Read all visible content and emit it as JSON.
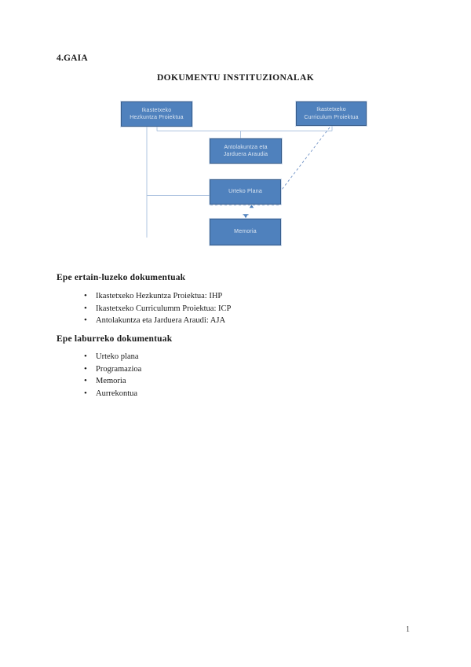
{
  "document": {
    "section_label": "4.GAIA",
    "title": "DOKUMENTU INSTITUZIONALAK",
    "page_number": "1"
  },
  "diagram": {
    "boxes": [
      {
        "name": "ikastetxeko-hezkuntza-proiektua",
        "lines": [
          "Ikastetxeko",
          "Hezkuntza Proiektua"
        ]
      },
      {
        "name": "ikastetxeko-curriculum-proiektua",
        "lines": [
          "Ikastetxeko",
          "Curriculum Proiektua"
        ]
      },
      {
        "name": "antolakuntza-eta-jarduera-araudia",
        "lines": [
          "Antolakuntza eta",
          "Jarduera Araudia"
        ]
      },
      {
        "name": "urteko-plana",
        "lines": [
          "Urteko Plana"
        ]
      },
      {
        "name": "memoria",
        "lines": [
          "Memoria"
        ]
      }
    ],
    "colors": {
      "box_fill": "#4F81BD",
      "box_border": "#385D8A",
      "box_text": "#DCE6F2",
      "connector_solid": "#AFC4E0",
      "connector_dashed": "#7E9DCB",
      "arrow": "#4F81BD"
    }
  },
  "sections": [
    {
      "heading": "Epe ertain-luzeko dokumentuak",
      "items": [
        "Ikastetxeko Hezkuntza Proiektua: IHP",
        "Ikastetxeko Curriculumm Proiektua: ICP",
        "Antolakuntza eta Jarduera Araudi: AJA"
      ]
    },
    {
      "heading": "Epe laburreko dokumentuak",
      "items": [
        "Urteko plana",
        "Programazioa",
        "Memoria",
        "Aurrekontua"
      ]
    }
  ]
}
